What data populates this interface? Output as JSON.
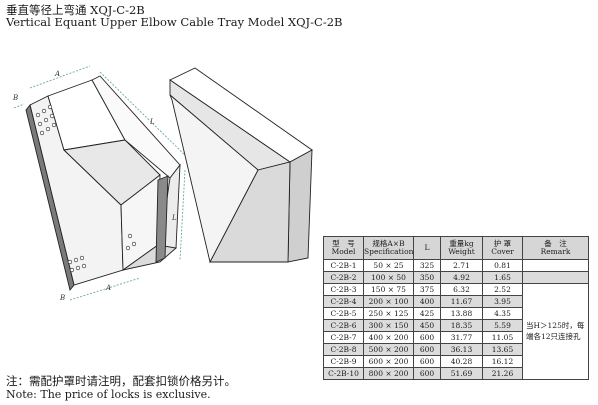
{
  "title": {
    "cn": "垂直等径上弯通 XQJ-C-2B",
    "en": "Vertical Equant Upper Elbow Cable Tray Model XQJ-C-2B"
  },
  "drawing_labels": {
    "a_top": "A",
    "b_left": "B",
    "l_long": "L",
    "l_short": "L",
    "b_bottom": "B",
    "a_bottom": "A"
  },
  "table": {
    "headers": [
      {
        "cn": "型　号",
        "en": "Model"
      },
      {
        "cn": "规格A×B",
        "en": "Specification"
      },
      {
        "cn": "L",
        "en": ""
      },
      {
        "cn": "重量kg",
        "en": "Weight"
      },
      {
        "cn": "护 罩",
        "en": "Cover"
      },
      {
        "cn": "备　注",
        "en": "Remark"
      }
    ],
    "rows": [
      {
        "model": "C-2B-1",
        "spec": "50 × 25",
        "l": "325",
        "weight": "2.71",
        "cover": "0.81"
      },
      {
        "model": "C-2B-2",
        "spec": "100 × 50",
        "l": "350",
        "weight": "4.92",
        "cover": "1.65"
      },
      {
        "model": "C-2B-3",
        "spec": "150 × 75",
        "l": "375",
        "weight": "6.32",
        "cover": "2.52"
      },
      {
        "model": "C-2B-4",
        "spec": "200 × 100",
        "l": "400",
        "weight": "11.67",
        "cover": "3.95"
      },
      {
        "model": "C-2B-5",
        "spec": "250 × 125",
        "l": "425",
        "weight": "13.88",
        "cover": "4.35"
      },
      {
        "model": "C-2B-6",
        "spec": "300 × 150",
        "l": "450",
        "weight": "18.35",
        "cover": "5.59"
      },
      {
        "model": "C-2B-7",
        "spec": "400 × 200",
        "l": "600",
        "weight": "31.77",
        "cover": "11.05"
      },
      {
        "model": "C-2B-8",
        "spec": "500 × 200",
        "l": "600",
        "weight": "36.13",
        "cover": "13.65"
      },
      {
        "model": "C-2B-9",
        "spec": "600 × 200",
        "l": "600",
        "weight": "40.28",
        "cover": "16.12"
      },
      {
        "model": "C-2B-10",
        "spec": "800 × 200",
        "l": "600",
        "weight": "51.69",
        "cover": "21.26"
      }
    ],
    "remark": "当H＞125时，每端各12只连接孔"
  },
  "notes": {
    "cn": "注：需配护罩时请注明，配套扣锁价格另计。",
    "en": "Note: The price of locks is exclusive."
  }
}
